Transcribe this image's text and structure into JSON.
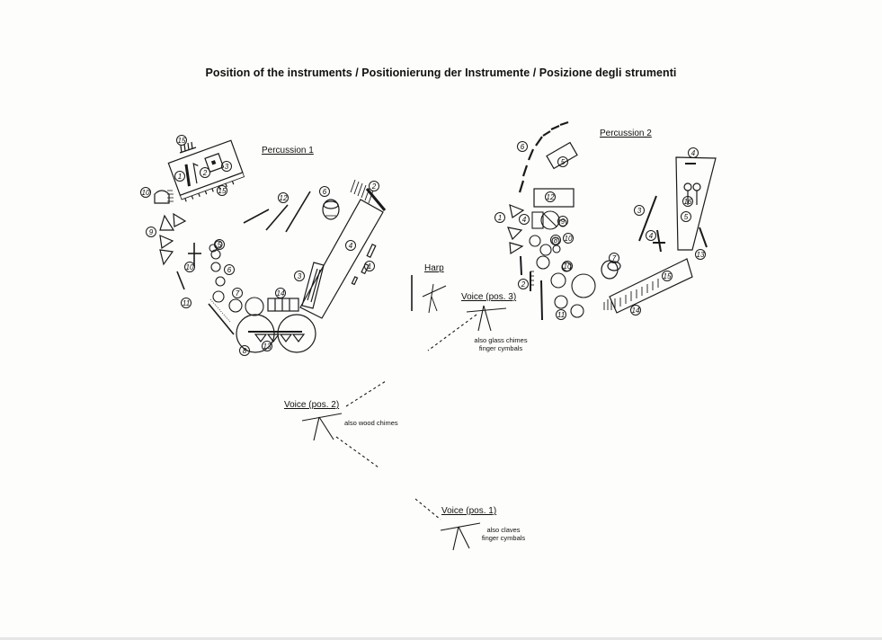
{
  "title": "Position of the instruments / Positionierung der Instrumente / Posizione degli strumenti",
  "groups": {
    "percussion1": "Percussion 1",
    "percussion2": "Percussion 2"
  },
  "harp": "Harp",
  "voices": {
    "pos3": {
      "label": "Voice (pos. 3)",
      "note1": "also glass chimes",
      "note2": "finger cymbals"
    },
    "pos2": {
      "label": "Voice (pos. 2)",
      "note1": "also wood chimes"
    },
    "pos1": {
      "label": "Voice (pos. 1)",
      "note1": "also claves",
      "note2": "finger cymbals"
    }
  },
  "perc1_numbers": [
    "15",
    "1",
    "2",
    "3",
    "15",
    "10",
    "9",
    "12",
    "6",
    "2",
    "4",
    "1",
    "3",
    "14",
    "5",
    "6",
    "7",
    "10",
    "11",
    "8",
    "13"
  ],
  "perc2_numbers": [
    "6",
    "5",
    "4",
    "12",
    "16",
    "3",
    "5",
    "1",
    "4",
    "10",
    "9",
    "8",
    "2",
    "10",
    "11",
    "7",
    "4",
    "13",
    "15",
    "14"
  ]
}
